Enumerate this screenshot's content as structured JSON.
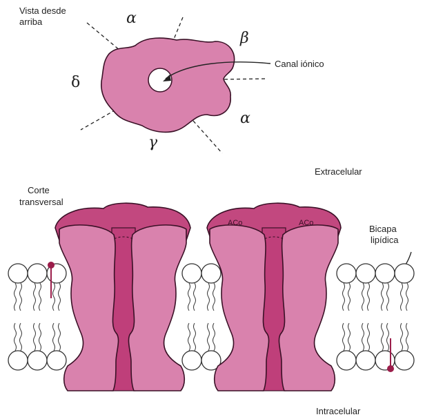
{
  "labels": {
    "top_view": [
      "Vista desde",
      "arriba"
    ],
    "ion_channel": "Canal iónico",
    "extracellular": "Extracelular",
    "cross_section": [
      "Corte",
      "transversal"
    ],
    "lipid_bilayer": [
      "Bicapa",
      "lipídica"
    ],
    "intracellular": "Intracelular",
    "ach_site": "ACo"
  },
  "subunits": {
    "alpha_1": "α",
    "beta": "β",
    "alpha_2": "α",
    "gamma": "γ",
    "delta": "δ"
  },
  "colors": {
    "protein_light": "#d982ad",
    "protein_dark": "#c2487f",
    "protein_channel": "#bf3f7a",
    "outline": "#3a1026",
    "lipid_head": "#ffffff",
    "marker": "#9b1d4a"
  }
}
